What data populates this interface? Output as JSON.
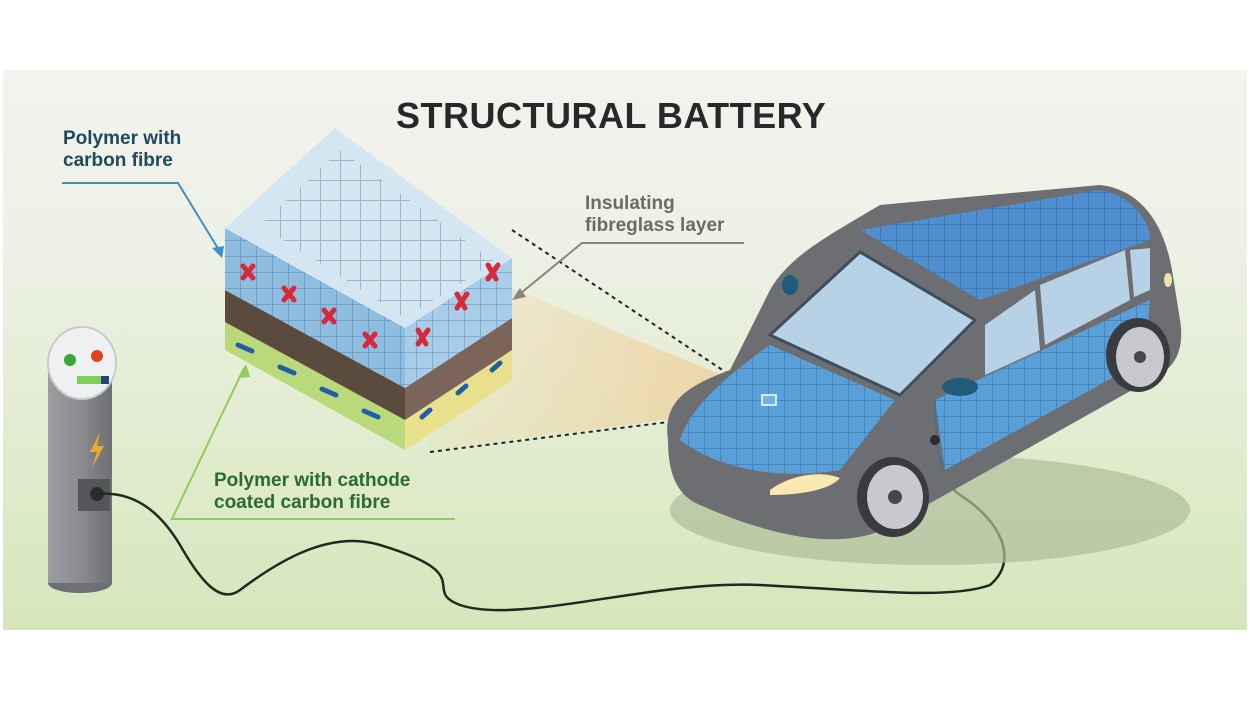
{
  "title": "STRUCTURAL BATTERY",
  "labels": {
    "top_layer": [
      "Polymer with",
      "carbon fibre"
    ],
    "middle_layer": [
      "Insulating",
      "fibreglass layer"
    ],
    "bottom_layer": [
      "Polymer with cathode",
      "coated carbon fibre"
    ]
  },
  "colors": {
    "top_layer": "#a9cde8",
    "middle_layer": "#5e4b3f",
    "bottom_layer": "#b5d77a",
    "positive_marker": "#d8283a",
    "negative_marker": "#1f5fa8",
    "car_body": "#5aa0d8",
    "car_trim": "#6d6e72",
    "charger": "#8b8d92",
    "cable": "#1e2a1e"
  },
  "charger": {
    "indicator_left": "#3aa63a",
    "indicator_right": "#e0431f",
    "bolt": "#f2a72a"
  }
}
